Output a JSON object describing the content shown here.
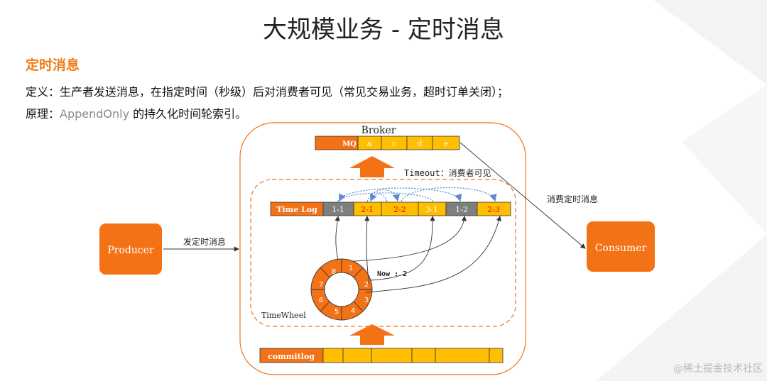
{
  "title": "大规模业务 - 定时消息",
  "subtitle": "定时消息",
  "definition": "定义：生产者发送消息，在指定时间（秒级）后对消费者可见（常见交易业务，超时订单关闭）；",
  "principle_prefix": "原理：",
  "principle_en": "AppendOnly",
  "principle_suffix": " 的持久化时间轮索引。",
  "producer": "Producer",
  "consumer": "Consumer",
  "send_label": "发定时消息",
  "consume_label": "消费定时消息",
  "broker_label": "Broker",
  "mq_cells": [
    "MQ",
    "a",
    "c",
    "d",
    "e"
  ],
  "timeout_label": "Timeout：消费者可见",
  "timelog_cells": [
    "Time Log",
    "1-1",
    "2-1",
    "2-2",
    "3-1",
    "1-2",
    "2-3"
  ],
  "wheel_slots": [
    "1",
    "2",
    "3",
    "4",
    "5",
    "6",
    "7",
    "8"
  ],
  "now_label": "Now : 2",
  "timewheel_label": "TimeWheel",
  "commitlog_label": "commitlog",
  "watermark": "@稀土掘金技术社区",
  "colors": {
    "orange": "#f47216",
    "yellow": "#ffbe00",
    "gray": "#7f7f7f",
    "red": "#e00000"
  }
}
